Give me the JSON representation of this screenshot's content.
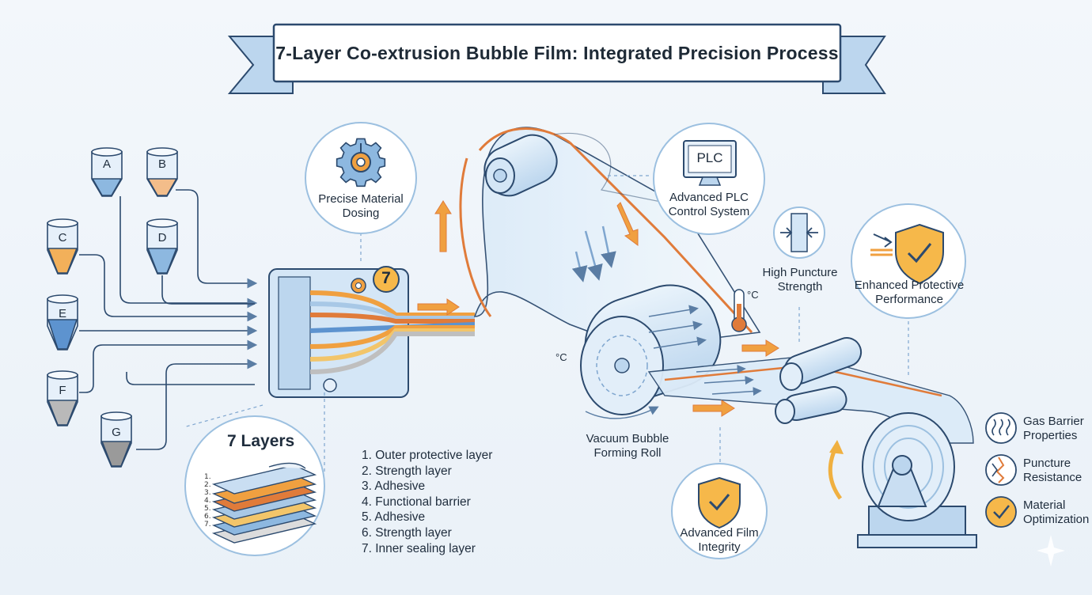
{
  "title": "7-Layer Co-extrusion Bubble Film: Integrated Precision Process",
  "hoppers": [
    {
      "letter": "A",
      "color": "#6fa8dc"
    },
    {
      "letter": "B",
      "color": "#f0a860"
    },
    {
      "letter": "C",
      "color": "#f0a840"
    },
    {
      "letter": "D",
      "color": "#6fa8dc"
    },
    {
      "letter": "E",
      "color": "#4a86c8"
    },
    {
      "letter": "F",
      "color": "#a0a0a0"
    },
    {
      "letter": "G",
      "color": "#909090"
    }
  ],
  "die_badge": "7",
  "callouts": {
    "dosing": "Precise Material Dosing",
    "plc_screen": "PLC",
    "plc": "Advanced PLC Control System",
    "puncture_strength": "High Puncture Strength",
    "protective": "Enhanced Protective Performance",
    "vacuum_roll": "Vacuum Bubble Forming Roll",
    "film_integrity": "Advanced Film Integrity"
  },
  "temperature_unit": "°C",
  "layers": {
    "title": "7 Layers",
    "numbers": [
      "1.",
      "2.",
      "3.",
      "4.",
      "5.",
      "6.",
      "7."
    ],
    "items": [
      "1. Outer protective layer",
      "2. Strength layer",
      "3. Adhesive",
      "4. Functional barrier",
      "5. Adhesive",
      "6. Strength layer",
      "7. Inner sealing layer"
    ]
  },
  "legend": [
    {
      "label": "Gas Barrier Properties",
      "icon": "heat-waves-icon"
    },
    {
      "label": "Puncture Resistance",
      "icon": "puncture-crack-icon"
    },
    {
      "label": "Material Optimization",
      "icon": "check-circle-icon"
    }
  ],
  "colors": {
    "accent_orange": "#f0a040",
    "navy": "#2c4a6e",
    "film_blue": "#d6e8f6",
    "border_blue": "#9cc0e0"
  }
}
